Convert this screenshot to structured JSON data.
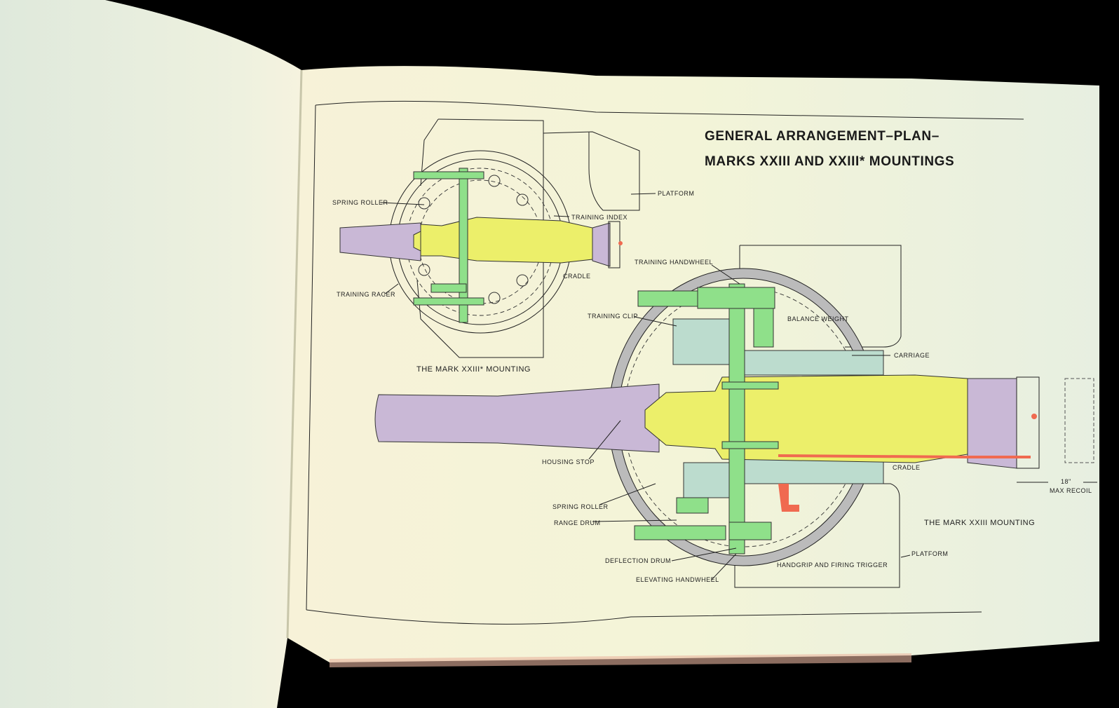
{
  "title": {
    "line1": "GENERAL ARRANGEMENT–PLAN–",
    "line2": "MARKS XXIII AND XXIII* MOUNTINGS"
  },
  "upper_diagram": {
    "caption": "THE MARK XXIII* MOUNTING",
    "labels": {
      "spring_roller": "SPRING ROLLER",
      "training_index": "TRAINING INDEX",
      "platform": "PLATFORM",
      "cradle": "CRADLE",
      "training_racer": "TRAINING RACER"
    }
  },
  "lower_diagram": {
    "caption": "THE MARK XXIII MOUNTING",
    "labels": {
      "training_handwheel": "TRAINING HANDWHEEL",
      "training_clip": "TRAINING CLIP",
      "balance_weight": "BALANCE WEIGHT",
      "carriage": "CARRIAGE",
      "housing_stop": "HOUSING STOP",
      "cradle": "CRADLE",
      "recoil_value": "18\"",
      "max_recoil": "MAX RECOIL",
      "spring_roller": "SPRING ROLLER",
      "range_drum": "RANGE DRUM",
      "deflection_drum": "DEFLECTION DRUM",
      "elevating_handwheel": "ELEVATING HANDWHEEL",
      "handgrip": "HANDGRIP AND FIRING TRIGGER",
      "platform": "PLATFORM"
    }
  },
  "colors": {
    "page": "#f2f3d6",
    "barrel": "#c9b8d6",
    "cradle": "#ecef6a",
    "handwheel": "#8fe08a",
    "carriage": "#bcdcce",
    "trigger": "#f06a50"
  }
}
